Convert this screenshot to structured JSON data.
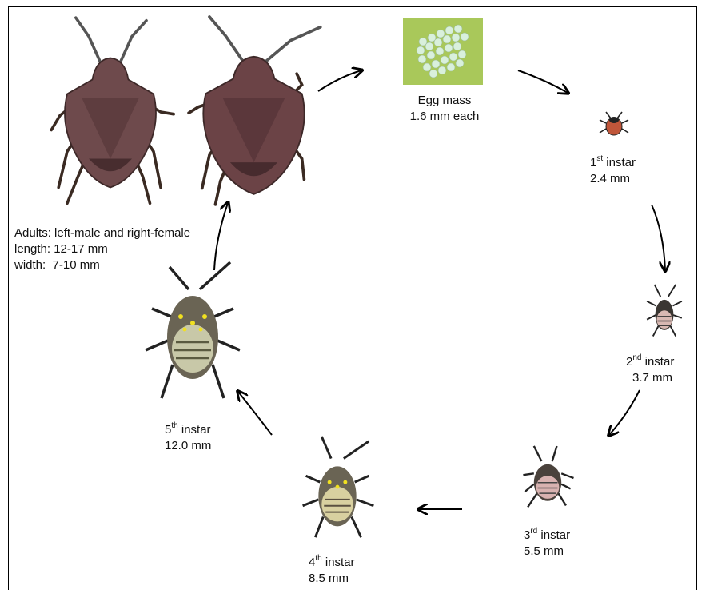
{
  "stages": {
    "adults": {
      "line1": "Adults: left-male and right-female",
      "line2": "length: 12-17 mm",
      "line3": "width:  7-10 mm"
    },
    "egg": {
      "name": "Egg mass",
      "size": "1.6 mm each"
    },
    "instar1": {
      "num": "1",
      "sup": "st",
      "word": " instar",
      "size": "2.4 mm"
    },
    "instar2": {
      "num": "2",
      "sup": "nd",
      "word": " instar",
      "size": "3.7 mm"
    },
    "instar3": {
      "num": "3",
      "sup": "rd",
      "word": " instar",
      "size": "5.5 mm"
    },
    "instar4": {
      "num": "4",
      "sup": "th",
      "word": " instar",
      "size": "8.5 mm"
    },
    "instar5": {
      "num": "5",
      "sup": "th",
      "word": " instar",
      "size": "12.0 mm"
    }
  },
  "colors": {
    "adult_body": "#6e4a4c",
    "nymph_body": "#6a6454",
    "instar1_body": "#c0563a",
    "egg_bg": "#a9c85a",
    "egg": "#d9f0dc",
    "arrow": "#000000"
  }
}
